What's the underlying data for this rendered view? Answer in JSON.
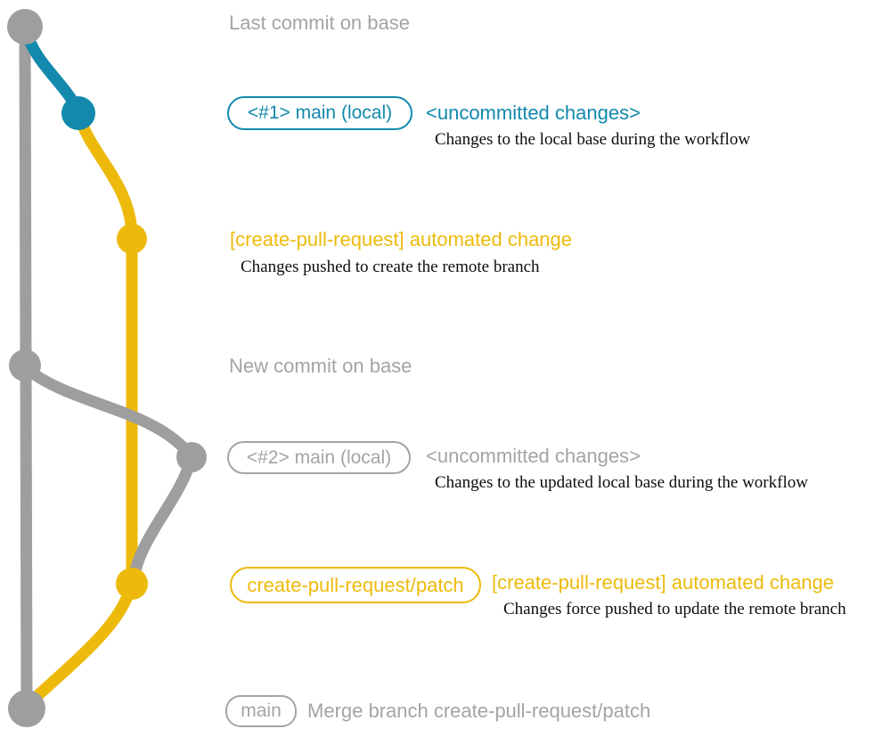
{
  "colors": {
    "graph-gray": "#9e9e9e",
    "text-gray": "#a4a4a4",
    "teal": "#1289ad",
    "yellow": "#edba0c",
    "ink": "#0d0d0d"
  },
  "rows": {
    "last_commit": {
      "text": "Last commit on base"
    },
    "commit1": {
      "badge": "<#1> main (local)",
      "heading": "<uncommitted changes>",
      "description": "Changes to the local base during the workflow"
    },
    "push1": {
      "heading": "[create-pull-request] automated change",
      "description": "Changes pushed to create the remote branch"
    },
    "new_commit": {
      "text": "New commit on base"
    },
    "commit2": {
      "badge": "<#2> main (local)",
      "heading": "<uncommitted changes>",
      "description": "Changes to the updated local base during the workflow"
    },
    "push2": {
      "badge": "create-pull-request/patch",
      "heading": "[create-pull-request] automated change",
      "description": "Changes force pushed to update the remote branch"
    },
    "merge": {
      "badge": "main",
      "text": "Merge branch create-pull-request/patch"
    }
  },
  "graph": {
    "branches": [
      "base",
      "main (local)",
      "create-pull-request/patch"
    ],
    "nodes": [
      {
        "name": "last-commit-on-base",
        "color": "gray"
      },
      {
        "name": "uncommitted-changes-1",
        "color": "teal"
      },
      {
        "name": "automated-change-1",
        "color": "yellow"
      },
      {
        "name": "new-commit-on-base",
        "color": "gray"
      },
      {
        "name": "uncommitted-changes-2",
        "color": "gray"
      },
      {
        "name": "automated-change-2",
        "color": "yellow"
      },
      {
        "name": "merge-commit",
        "color": "gray"
      }
    ]
  }
}
